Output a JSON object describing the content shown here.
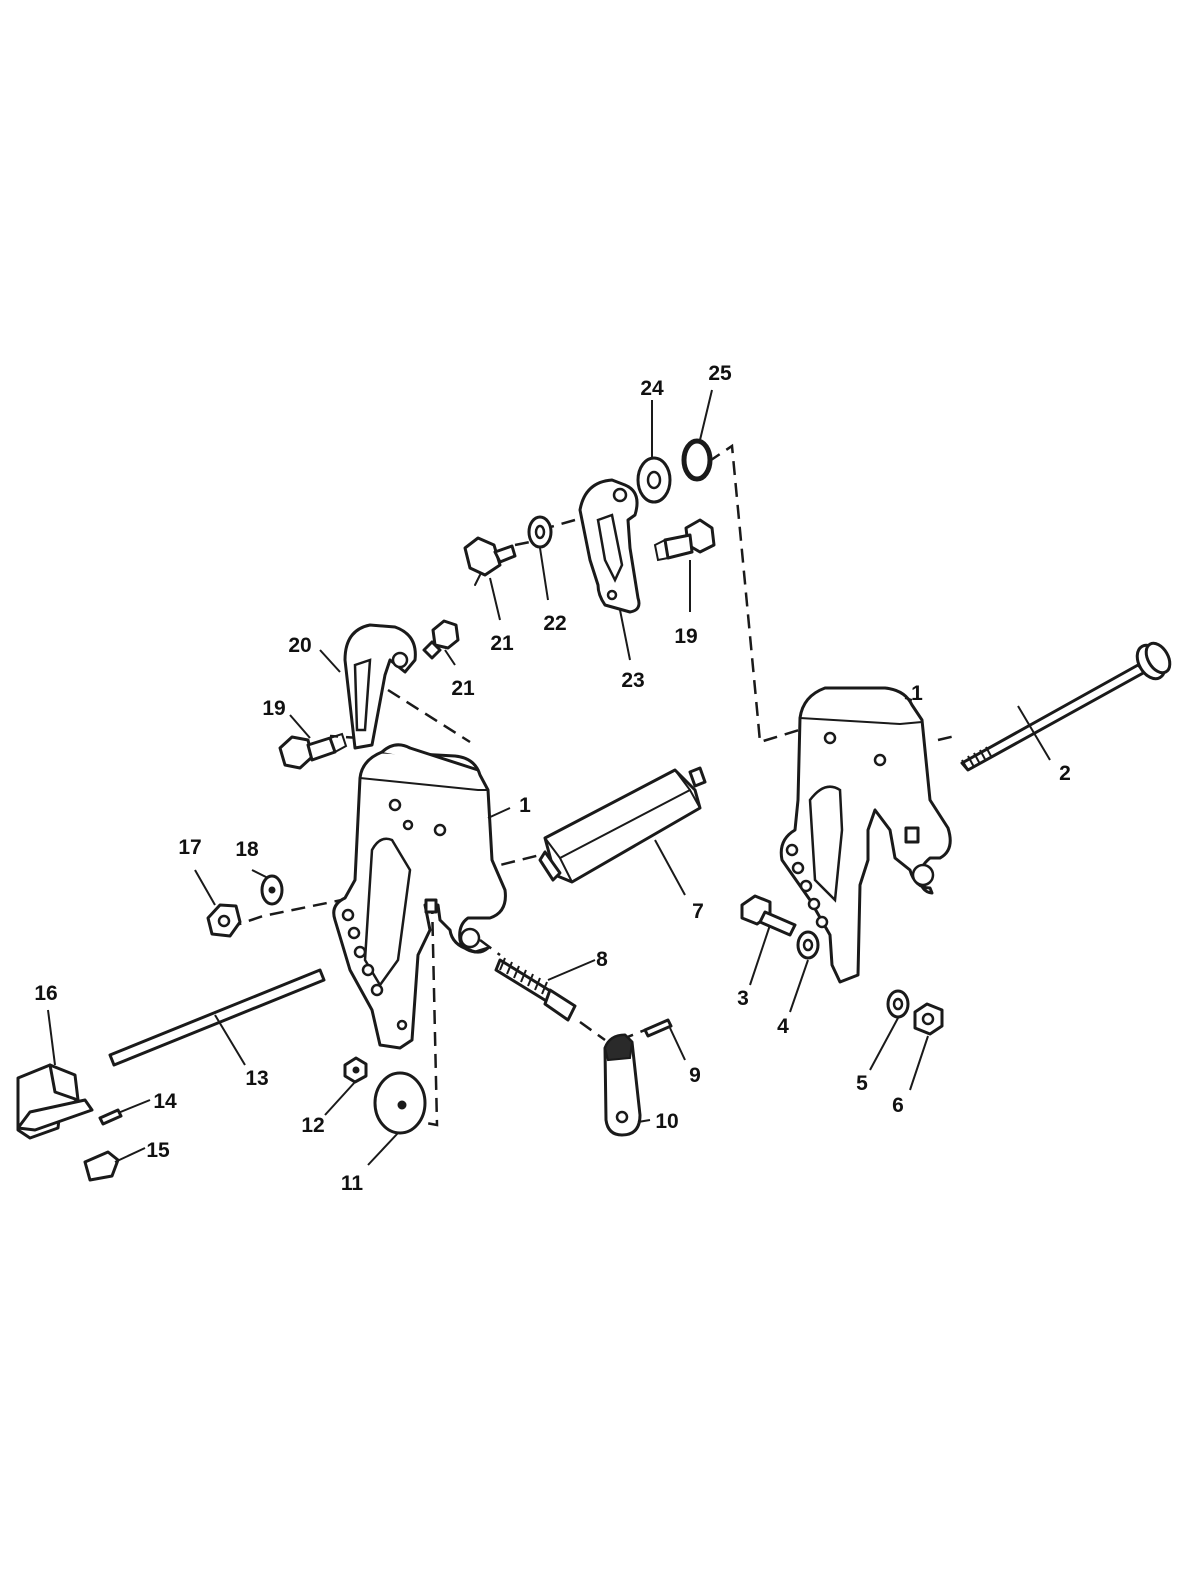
{
  "diagram": {
    "colors": {
      "line": "#1a1a1a",
      "background": "#ffffff"
    },
    "callouts": [
      {
        "id": "c1a",
        "label": "1"
      },
      {
        "id": "c1b",
        "label": "1"
      },
      {
        "id": "c2",
        "label": "2"
      },
      {
        "id": "c3",
        "label": "3"
      },
      {
        "id": "c4",
        "label": "4"
      },
      {
        "id": "c5",
        "label": "5"
      },
      {
        "id": "c6",
        "label": "6"
      },
      {
        "id": "c7",
        "label": "7"
      },
      {
        "id": "c8",
        "label": "8"
      },
      {
        "id": "c9",
        "label": "9"
      },
      {
        "id": "c10",
        "label": "10"
      },
      {
        "id": "c11",
        "label": "11"
      },
      {
        "id": "c12",
        "label": "12"
      },
      {
        "id": "c13",
        "label": "13"
      },
      {
        "id": "c14",
        "label": "14"
      },
      {
        "id": "c15",
        "label": "15"
      },
      {
        "id": "c16",
        "label": "16"
      },
      {
        "id": "c17",
        "label": "17"
      },
      {
        "id": "c18",
        "label": "18"
      },
      {
        "id": "c19a",
        "label": "19"
      },
      {
        "id": "c19b",
        "label": "19"
      },
      {
        "id": "c20",
        "label": "20"
      },
      {
        "id": "c21a",
        "label": "21"
      },
      {
        "id": "c21b",
        "label": "21"
      },
      {
        "id": "c22",
        "label": "22"
      },
      {
        "id": "c23",
        "label": "23"
      },
      {
        "id": "c24",
        "label": "24"
      },
      {
        "id": "c25",
        "label": "25"
      }
    ]
  }
}
